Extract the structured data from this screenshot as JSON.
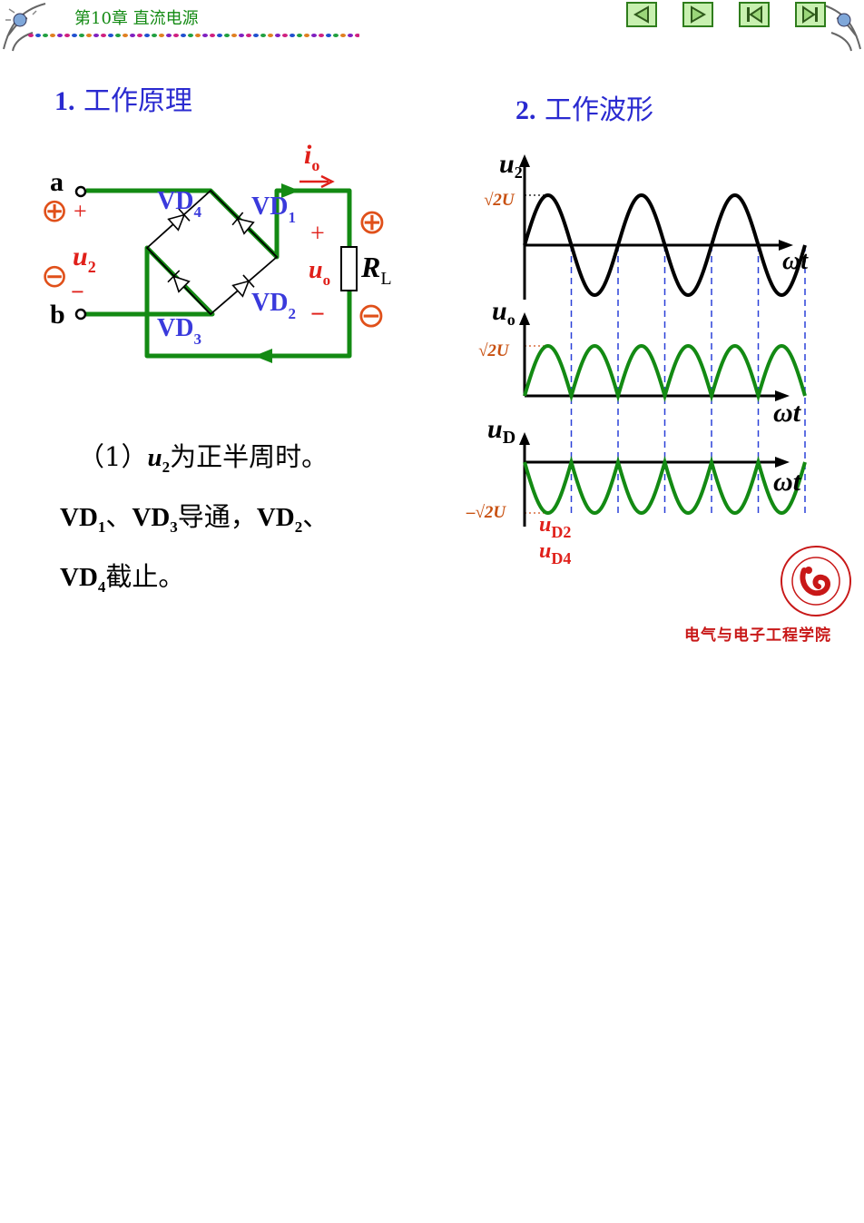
{
  "header": {
    "chapter_title": "第10章  直流电源",
    "nav": [
      "previous",
      "next",
      "first",
      "last"
    ]
  },
  "section1": {
    "number": "1.",
    "title": "工作原理"
  },
  "section2": {
    "number": "2.",
    "title": "工作波形"
  },
  "circuit": {
    "terminal_a": "a",
    "terminal_b": "b",
    "input_voltage": "u",
    "input_voltage_sub": "2",
    "output_current": "i",
    "output_current_sub": "o",
    "output_voltage": "u",
    "output_voltage_sub": "o",
    "load": "R",
    "load_sub": "L",
    "diodes": [
      {
        "name": "VD",
        "sub": "1"
      },
      {
        "name": "VD",
        "sub": "2"
      },
      {
        "name": "VD",
        "sub": "3"
      },
      {
        "name": "VD",
        "sub": "4"
      }
    ],
    "plus": "+",
    "minus": "−",
    "circle_plus": "⊕",
    "circle_minus": "⊖"
  },
  "waveforms": {
    "u2_label": "u",
    "u2_sub": "2",
    "uo_label": "u",
    "uo_sub": "o",
    "uD_label": "u",
    "uD_sub": "D",
    "x_label": "ωt",
    "peak_pos": "√2U",
    "peak_neg": "–√2U",
    "uD2_label": "u",
    "uD2_sub": "D2",
    "uD4_label": "u",
    "uD4_sub": "D4"
  },
  "description": {
    "line1_prefix": "（1）",
    "line1_var": "u",
    "line1_sub": "2",
    "line1_text": "为正半周时。",
    "vd": "VD",
    "s1": "1",
    "s3": "3",
    "s2": "2",
    "s4": "4",
    "sep": "、",
    "conduct": "导通，",
    "cutoff": "截止。"
  },
  "footer": {
    "department": "电气与电子工程学院"
  },
  "colors": {
    "green": "#138a13",
    "blue": "#2a2ad0",
    "red": "#e0201a",
    "navy": "#3a3adc"
  }
}
